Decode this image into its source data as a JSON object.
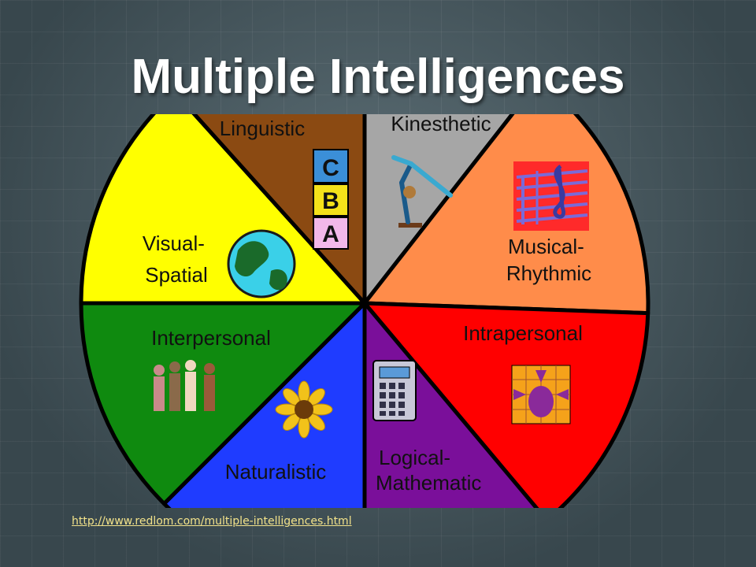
{
  "title": "Multiple Intelligences",
  "source_url": "http://www.redlom.com/multiple-intelligences.html",
  "segments": [
    {
      "id": "linguistic",
      "lines": [
        "Linguistic"
      ],
      "color": "#a6a6a6",
      "icon": "abc-blocks-icon"
    },
    {
      "id": "kinesthetic",
      "lines": [
        "Kinesthetic"
      ],
      "color": "#ff8c4a",
      "icon": "gymnast-icon"
    },
    {
      "id": "musical",
      "lines": [
        "Musical-",
        "Rhythmic"
      ],
      "color": "#ff0000",
      "icon": "music-staff-icon"
    },
    {
      "id": "intrapersonal",
      "lines": [
        "Intrapersonal"
      ],
      "color": "#7a0f9a",
      "icon": "head-grid-icon"
    },
    {
      "id": "logical",
      "lines": [
        "Logical-",
        "Mathematic"
      ],
      "color": "#1f3cff",
      "icon": "calculator-icon"
    },
    {
      "id": "naturalistic",
      "lines": [
        "Naturalistic"
      ],
      "color": "#0f8a0f",
      "icon": "sunflower-icon"
    },
    {
      "id": "interpersonal",
      "lines": [
        "Interpersonal"
      ],
      "color": "#ffff00",
      "icon": "people-group-icon"
    },
    {
      "id": "visual",
      "lines": [
        "Visual-",
        "Spatial"
      ],
      "color": "#8b4a12",
      "icon": "globe-icon"
    }
  ]
}
